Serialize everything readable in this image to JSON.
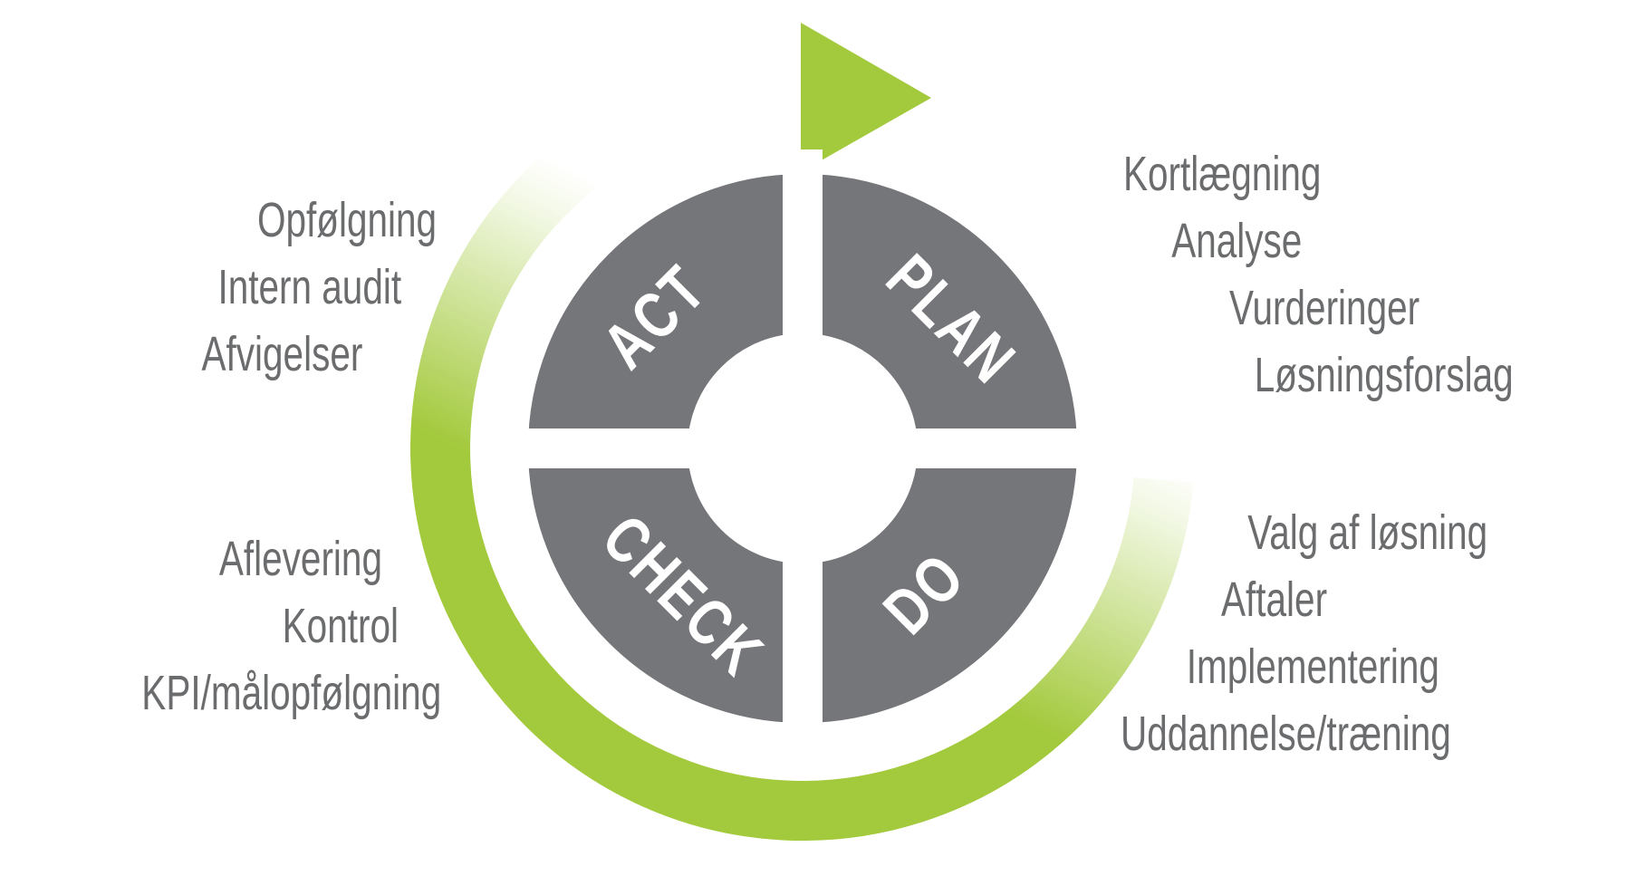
{
  "colors": {
    "green": "#a3c93c",
    "gray": "#757679",
    "text": "#6b6c6e",
    "white": "#ffffff"
  },
  "wheel": {
    "act": "ACT",
    "plan": "PLAN",
    "check": "CHECK",
    "do": "DO"
  },
  "annotations": {
    "act": {
      "lines": [
        "Opfølgning",
        "Intern audit",
        "Afvigelser"
      ]
    },
    "plan": {
      "lines": [
        "Kortlægning",
        "Analyse",
        "Vurderinger",
        "Løsningsforslag"
      ]
    },
    "check": {
      "lines": [
        "Aflevering",
        "Kontrol",
        "KPI/målopfølgning"
      ]
    },
    "do": {
      "lines": [
        "Valg af løsning",
        "Aftaler",
        "Implementering",
        "Uddannelse/træning"
      ]
    }
  }
}
